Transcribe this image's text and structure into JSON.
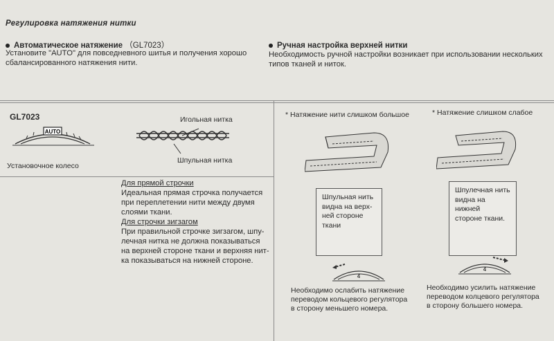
{
  "title": "Регулировка натяжения нитки",
  "auto": {
    "heading": "Автоматическое натяжение",
    "model": "（GL7023）",
    "text1": "Установите \"AUTO\" для повседневного шитья и получения хорошо",
    "text2": "сбалансированного натяжения нити."
  },
  "manual": {
    "heading": "Ручная настройка верхней нитки",
    "text1": "Необходимость ручной настройки возникает при использовании нескольких",
    "text2": "типов тканей и ниток."
  },
  "left_panel": {
    "model": "GL7023",
    "dial_label": "AUTO",
    "dial_caption": "Установочное колесо",
    "needle_thread": "Игольная нитка",
    "bobbin_thread": "Шпульная нитка",
    "straight_heading": "Для прямой строчки",
    "straight_lines": [
      "Идеальная прямая строчка получается",
      "при переплетении нити между двумя",
      "слоями ткани."
    ],
    "zigzag_heading": "Для строчки зигзагом",
    "zigzag_lines": [
      "При правильной строчке зигзагом, шпу-",
      "лечная нитка не должна показываться",
      "на верхней стороне ткани и верхняя нит-",
      "ка показываться на нижней стороне."
    ]
  },
  "too_tight": {
    "heading": "* Натяжение нити слишком большое",
    "box_lines": [
      "Шпульная нить",
      "видна на верх-",
      "ней стороне",
      "ткани"
    ],
    "dial_number": "4",
    "caption_lines": [
      "Необходимо ослабить натяжение",
      "переводом кольцевого регулятора",
      "в сторону меньшего номера."
    ]
  },
  "too_loose": {
    "heading": "* Натяжение слишком слабое",
    "box_lines": [
      "Шпулечная нить",
      "видна на нижней",
      "стороне ткани."
    ],
    "dial_number": "4",
    "caption_lines": [
      "Необходимо усилить натяжение",
      "переводом колцевого регулятора",
      "в сторону большего номера."
    ]
  }
}
